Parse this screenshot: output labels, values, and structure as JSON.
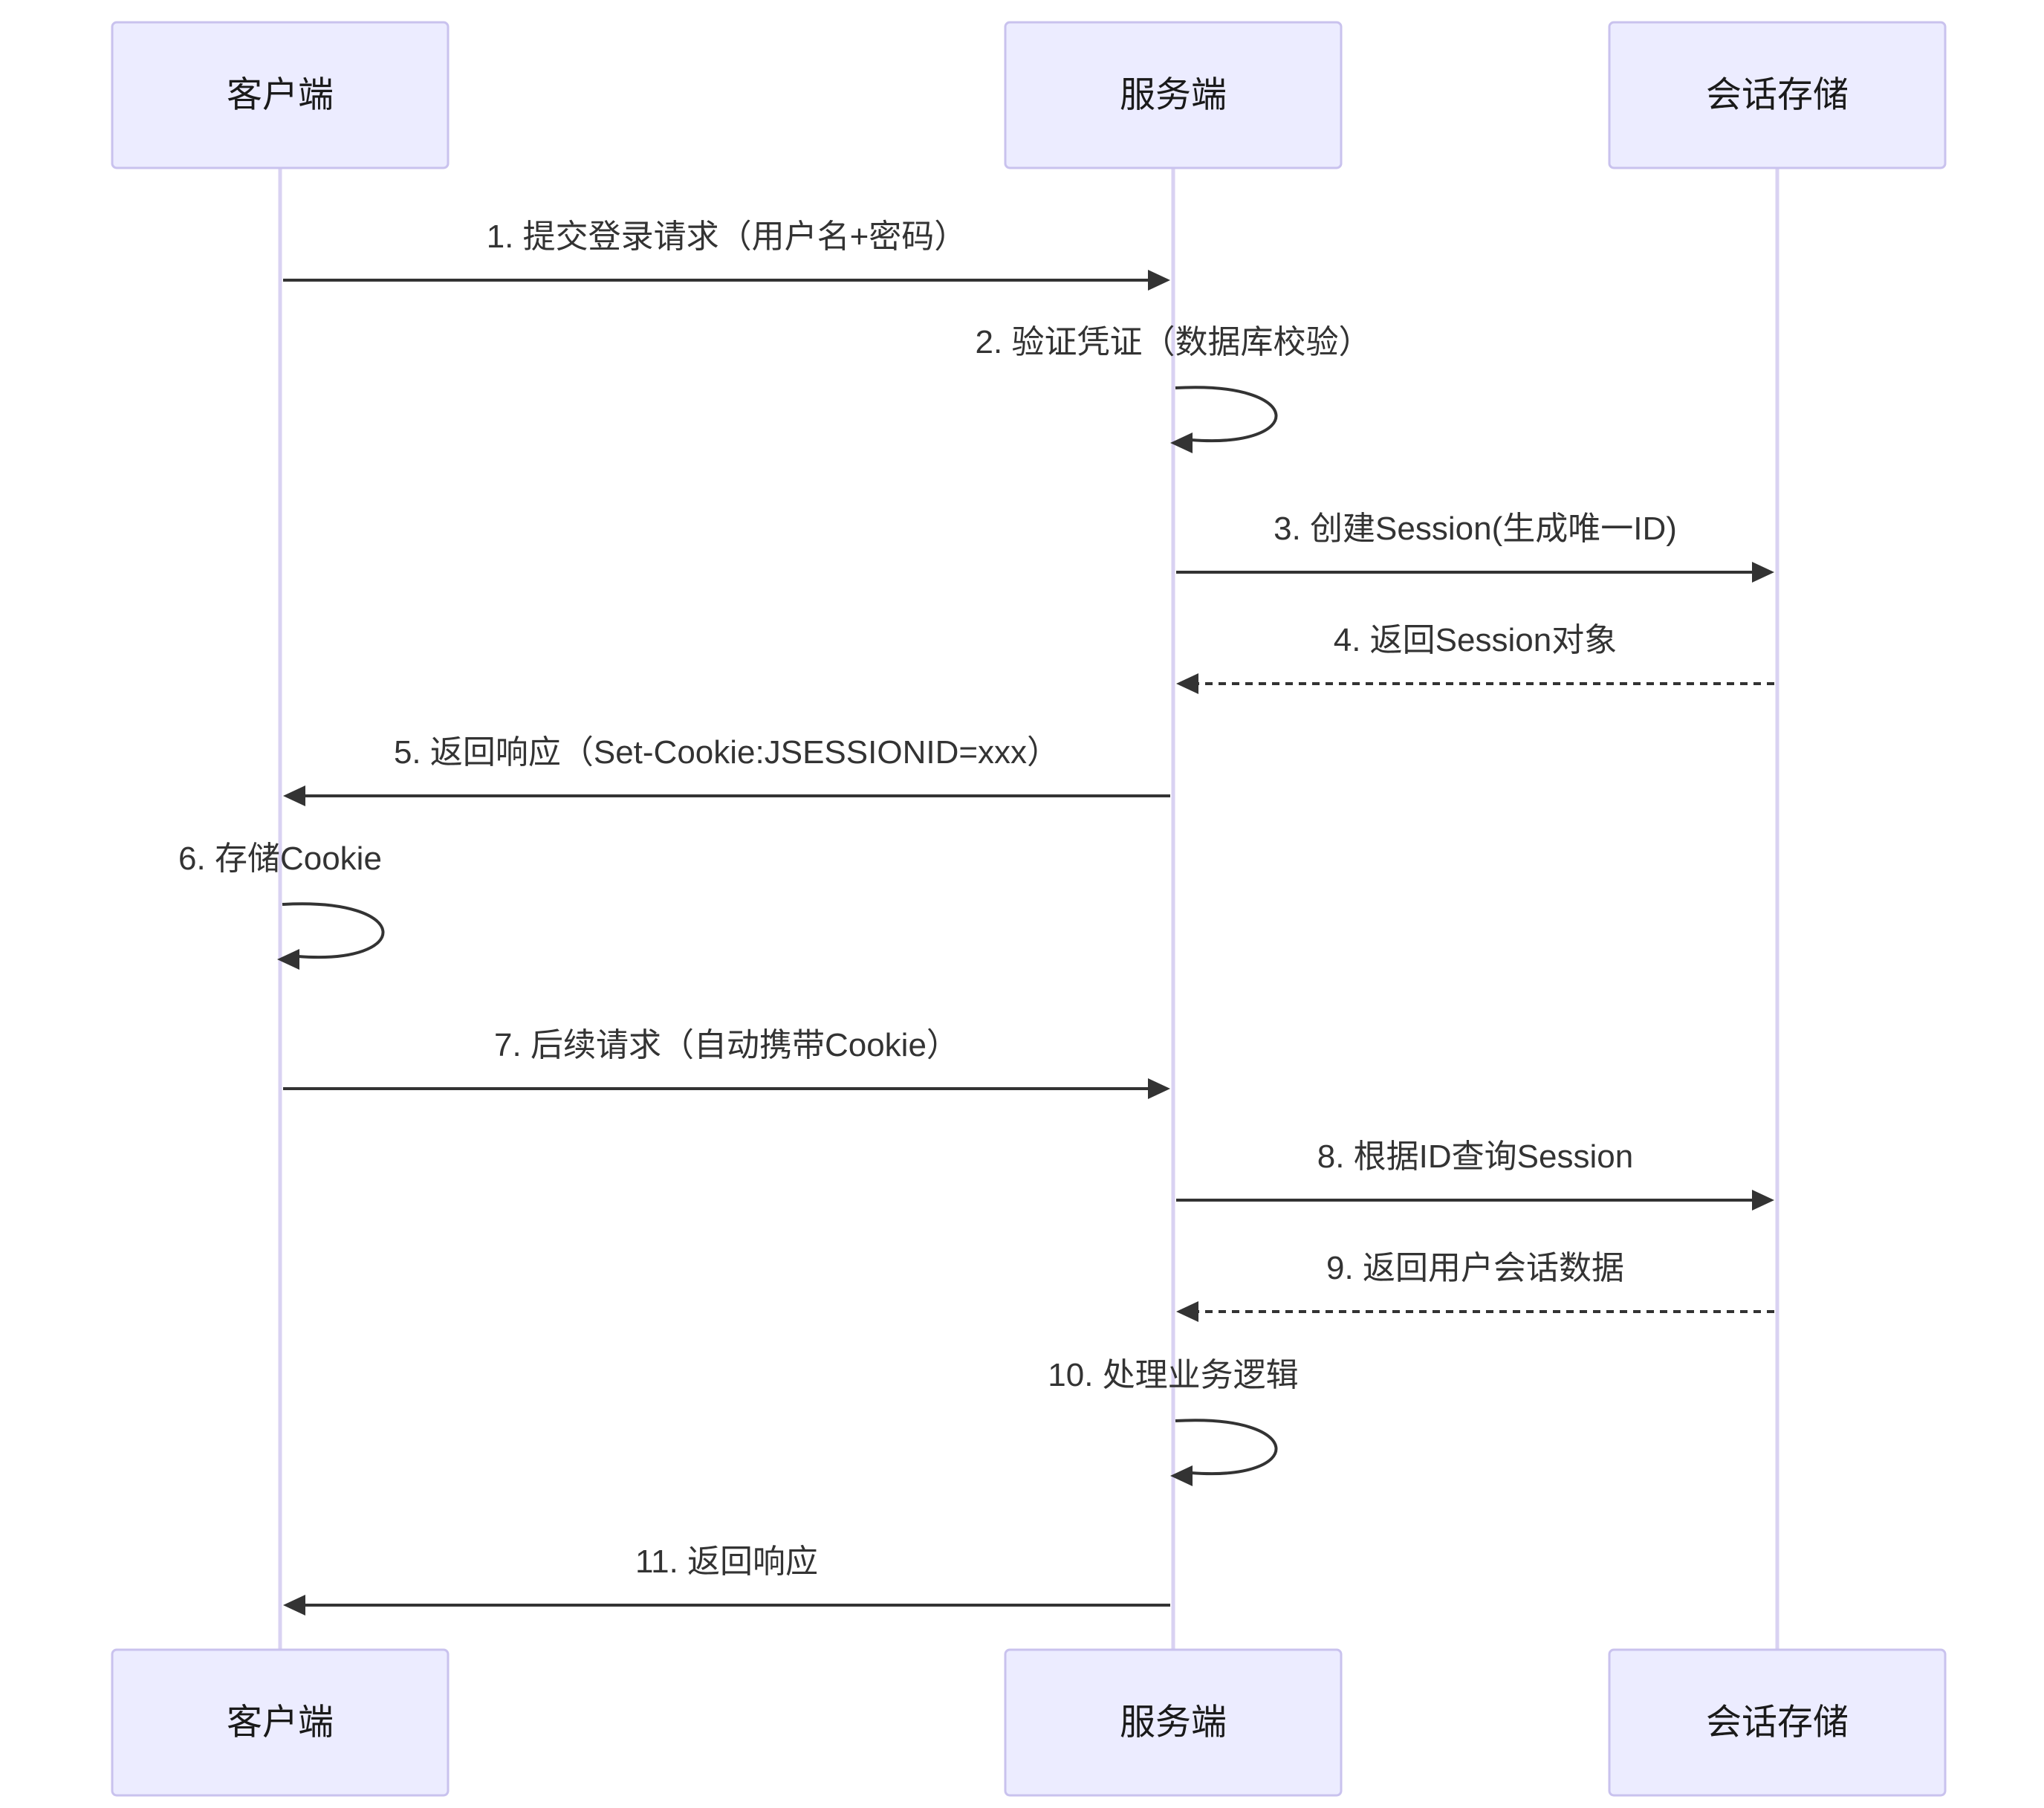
{
  "actors": [
    {
      "id": "client",
      "label": "客户端"
    },
    {
      "id": "server",
      "label": "服务端"
    },
    {
      "id": "store",
      "label": "会话存储"
    }
  ],
  "messages": [
    {
      "from": "client",
      "to": "server",
      "label": "1. 提交登录请求（用户名+密码）",
      "style": "solid"
    },
    {
      "from": "server",
      "to": "server",
      "label": "2. 验证凭证（数据库校验）",
      "style": "solid"
    },
    {
      "from": "server",
      "to": "store",
      "label": "3. 创建Session(生成唯一ID)",
      "style": "solid"
    },
    {
      "from": "store",
      "to": "server",
      "label": "4. 返回Session对象",
      "style": "dashed"
    },
    {
      "from": "server",
      "to": "client",
      "label": "5. 返回响应（Set-Cookie:JSESSIONID=xxx）",
      "style": "solid"
    },
    {
      "from": "client",
      "to": "client",
      "label": "6. 存储Cookie",
      "style": "solid"
    },
    {
      "from": "client",
      "to": "server",
      "label": "7. 后续请求（自动携带Cookie）",
      "style": "solid"
    },
    {
      "from": "server",
      "to": "store",
      "label": "8. 根据ID查询Session",
      "style": "solid"
    },
    {
      "from": "store",
      "to": "server",
      "label": "9. 返回用户会话数据",
      "style": "dashed"
    },
    {
      "from": "server",
      "to": "server",
      "label": "10. 处理业务逻辑",
      "style": "solid"
    },
    {
      "from": "server",
      "to": "client",
      "label": "11. 返回响应",
      "style": "solid"
    }
  ],
  "colors": {
    "actor_fill": "#ECECFF",
    "actor_stroke": "#C9C2EE",
    "lifeline": "#D9D2F2",
    "arrow": "#333333"
  }
}
